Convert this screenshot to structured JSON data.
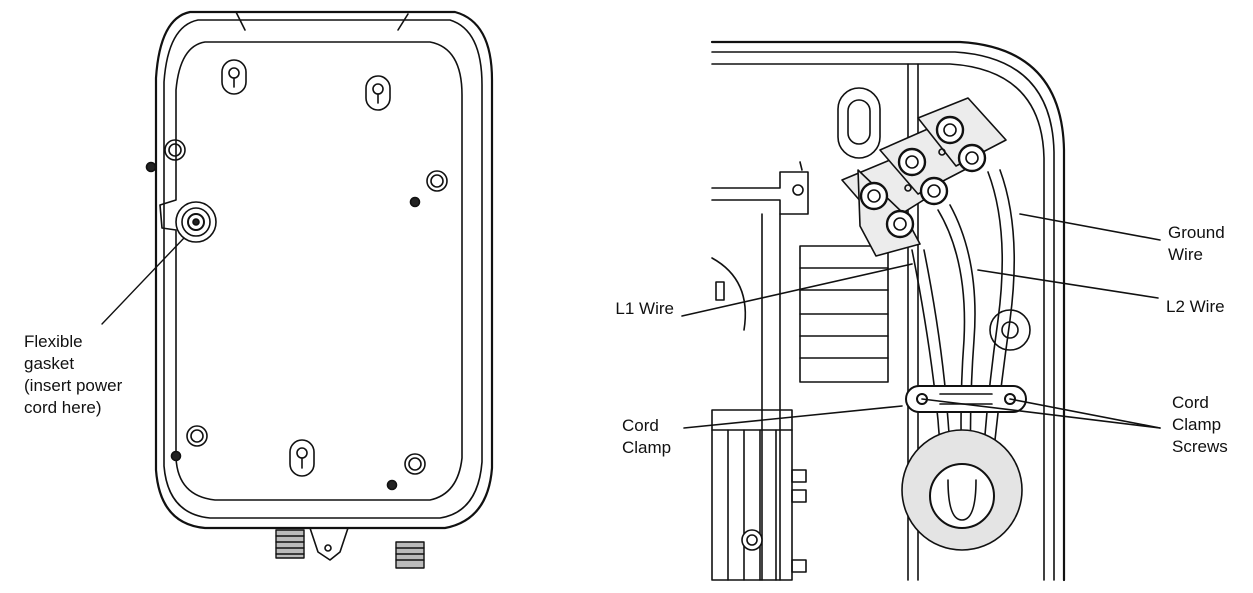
{
  "labels": {
    "gasket": "Flexible\ngasket\n(insert power\ncord here)",
    "ground": "Ground\nWire",
    "l1": "L1 Wire",
    "l2": "L2 Wire",
    "clamp": "Cord\nClamp",
    "screws": "Cord\nClamp\nScrews"
  },
  "colors": {
    "ink": "#111111",
    "paper": "#ffffff",
    "shade": "#d9d9d9"
  }
}
